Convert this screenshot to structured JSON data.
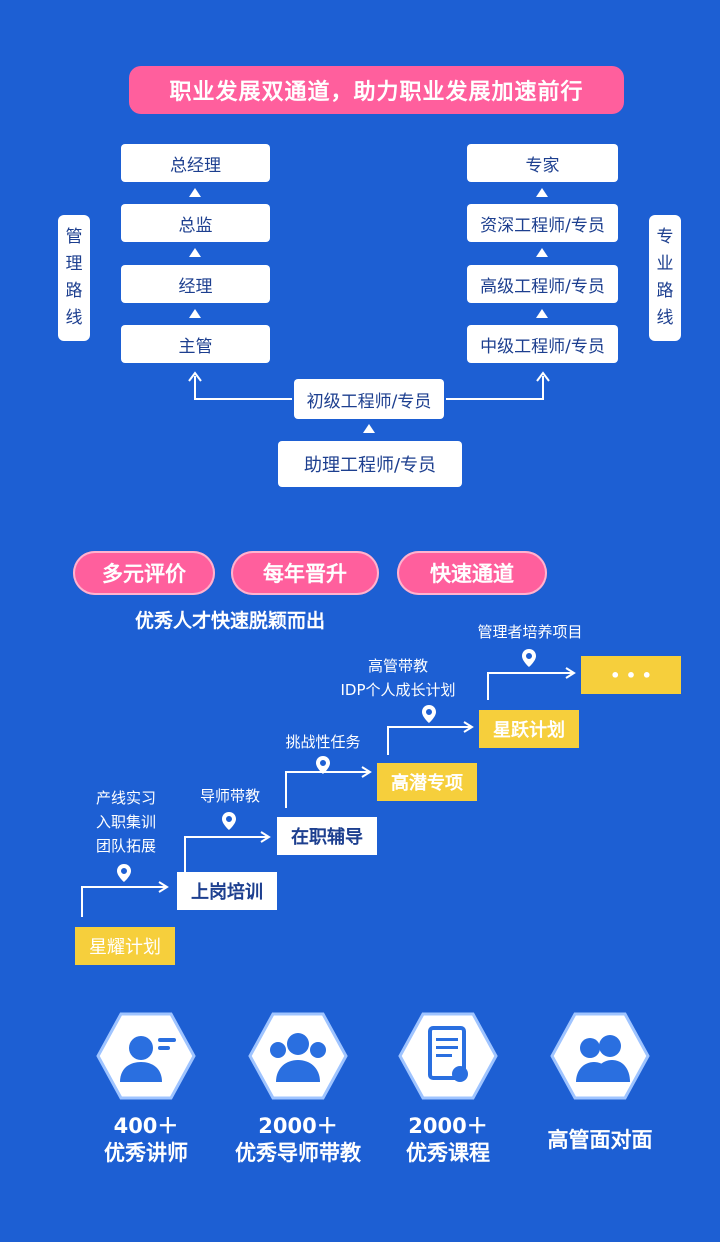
{
  "banner": "职业发展双通道，助力职业发展加速前行",
  "management": {
    "label_chars": [
      "管",
      "理",
      "路",
      "线"
    ],
    "levels": [
      "总经理",
      "总监",
      "经理",
      "主管"
    ]
  },
  "professional": {
    "label_chars": [
      "专",
      "业",
      "路",
      "线"
    ],
    "levels": [
      "专家",
      "资深工程师/专员",
      "高级工程师/专员",
      "中级工程师/专员"
    ]
  },
  "entry": {
    "junior": "初级工程师/专员",
    "assistant": "助理工程师/专员"
  },
  "tags": [
    "多元评价",
    "每年晋升",
    "快速通道"
  ],
  "subtitle": "优秀人才快速脱颖而出",
  "stairs": {
    "steps": [
      "星耀计划",
      "上岗培训",
      "在职辅导",
      "高潜专项",
      "星跃计划"
    ],
    "notes": {
      "n1": [
        "产线实习",
        "入职集训",
        "团队拓展"
      ],
      "n2": "导师带教",
      "n3": "挑战性任务",
      "n4": [
        "高管带教",
        "IDP个人成长计划"
      ],
      "n5": "管理者培养项目"
    },
    "more": "• • •"
  },
  "stats": [
    {
      "num": "400＋",
      "label": "优秀讲师",
      "icon": "lecturer-icon"
    },
    {
      "num": "2000＋",
      "label": "优秀导师带教",
      "icon": "mentor-group-icon"
    },
    {
      "num": "2000＋",
      "label": "优秀课程",
      "icon": "course-certificate-icon"
    },
    {
      "num": "",
      "label": "高管面对面",
      "icon": "executive-icon"
    }
  ],
  "colors": {
    "background": "#1d5fd3",
    "pink": "#ff5f9d",
    "yellow": "#f6cf3c",
    "navy": "#1d3f8f"
  }
}
